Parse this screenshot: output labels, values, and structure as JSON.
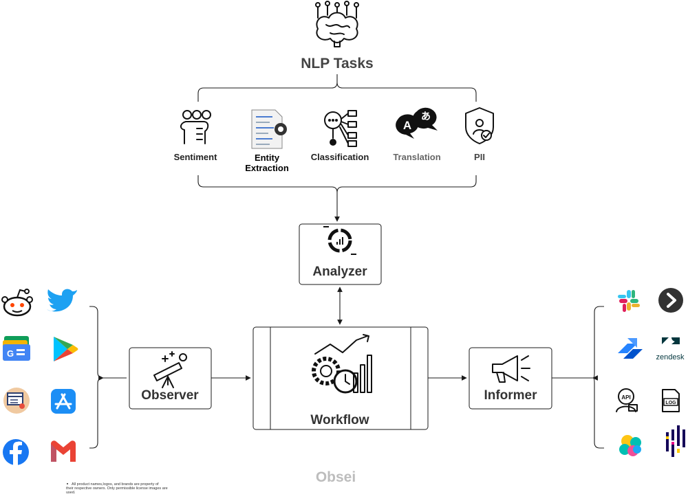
{
  "title": "NLP Tasks",
  "tasks": [
    {
      "label": "Sentiment",
      "color": "#222222"
    },
    {
      "label": "Entity\nExtraction",
      "color": "#000000"
    },
    {
      "label": "Classification",
      "color": "#222222"
    },
    {
      "label": "Translation",
      "color": "#666666"
    },
    {
      "label": "PII",
      "color": "#444444"
    }
  ],
  "components": {
    "analyzer": "Analyzer",
    "observer": "Observer",
    "workflow": "Workflow",
    "informer": "Informer"
  },
  "sources": [
    {
      "icon": "reddit-icon",
      "color": "#FF4500"
    },
    {
      "icon": "twitter-icon",
      "color": "#1DA1F2"
    },
    {
      "icon": "google-news-icon",
      "color": "#4285F4"
    },
    {
      "icon": "google-play-icon",
      "color": "#34A853"
    },
    {
      "icon": "web-scraper-icon",
      "color": "#F0C9A0"
    },
    {
      "icon": "app-store-icon",
      "color": "#1C8EF5"
    },
    {
      "icon": "facebook-icon",
      "color": "#1877F2"
    },
    {
      "icon": "gmail-icon",
      "color": "#EA4335"
    }
  ],
  "sinks": [
    {
      "icon": "slack-icon",
      "color": "#36C5F0"
    },
    {
      "icon": "next-arrow-icon",
      "color": "#333333"
    },
    {
      "icon": "jira-icon",
      "color": "#2684FF"
    },
    {
      "icon": "zendesk-icon",
      "color": "#03363D",
      "text": "zendesk"
    },
    {
      "icon": "api-icon",
      "color": "#222222",
      "text": "API"
    },
    {
      "icon": "log-file-icon",
      "color": "#222222",
      "text": "LOG"
    },
    {
      "icon": "elasticsearch-icon",
      "color": "#00BFB3"
    },
    {
      "icon": "pandas-icon",
      "color": "#150458"
    }
  ],
  "brand": "Obsei",
  "disclaimer": [
    "All product names,logos, and brands are property of",
    "their respective owners. Only permissible license images are",
    "used."
  ]
}
